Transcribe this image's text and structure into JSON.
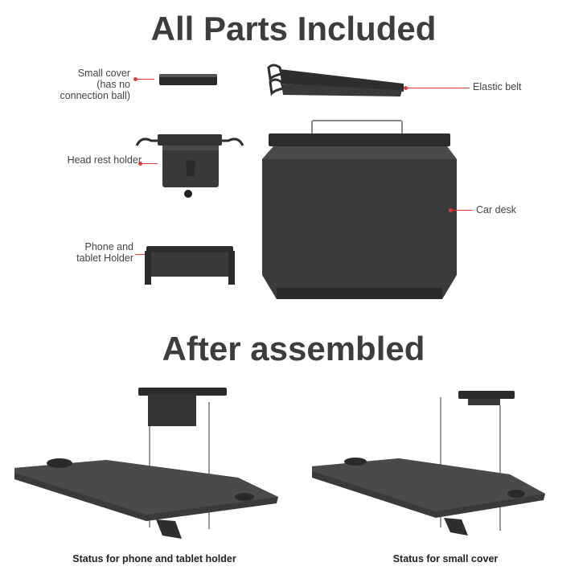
{
  "title_parts": "All Parts Included",
  "title_assembled": "After assembled",
  "parts": {
    "small_cover": [
      "Small cover",
      "(has no",
      "connection ball)"
    ],
    "elastic_belt": "Elastic belt",
    "head_rest_holder": "Head rest holder",
    "car_desk": "Car desk",
    "phone_tablet_holder": [
      "Phone and",
      "tablet Holder"
    ]
  },
  "captions": {
    "left": "Status for phone and tablet holder",
    "right": "Status for small cover"
  },
  "colors": {
    "accent": "#e23b3b",
    "product": "#3a3a3a",
    "title": "#3d3d3d"
  }
}
